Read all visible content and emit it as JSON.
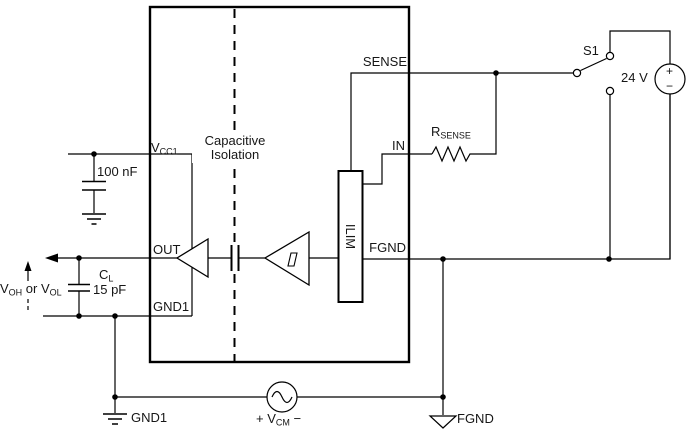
{
  "colors": {
    "line": "#000000",
    "text": "#161616",
    "background": "#ffffff"
  },
  "ic": {
    "pins": {
      "vcc1_main": "V",
      "vcc1_sub": "CC1",
      "sense": "SENSE",
      "in": "IN",
      "out": "OUT",
      "gnd1": "GND1",
      "fgnd": "FGND"
    },
    "isolation_line1": "Capacitive",
    "isolation_line2": "Isolation",
    "ilim": "ILIM"
  },
  "components": {
    "bypass_cap_value": "100 nF",
    "load_cap_main": "C",
    "load_cap_sub": "L",
    "load_cap_value": "15 pF",
    "rsense_main": "R",
    "rsense_sub": "SENSE",
    "switch_label": "S1",
    "supply_label": "24 V",
    "supply_plus": "+",
    "supply_minus": "−",
    "vcm_plus": "+",
    "vcm_main": "V",
    "vcm_sub": "CM",
    "vcm_minus": "−"
  },
  "nets": {
    "gnd1": "GND1",
    "fgnd": "FGND"
  },
  "output_annotation": {
    "v1_main": "V",
    "v1_sub": "OH",
    "mid": "or",
    "v2_main": "V",
    "v2_sub": "OL"
  }
}
